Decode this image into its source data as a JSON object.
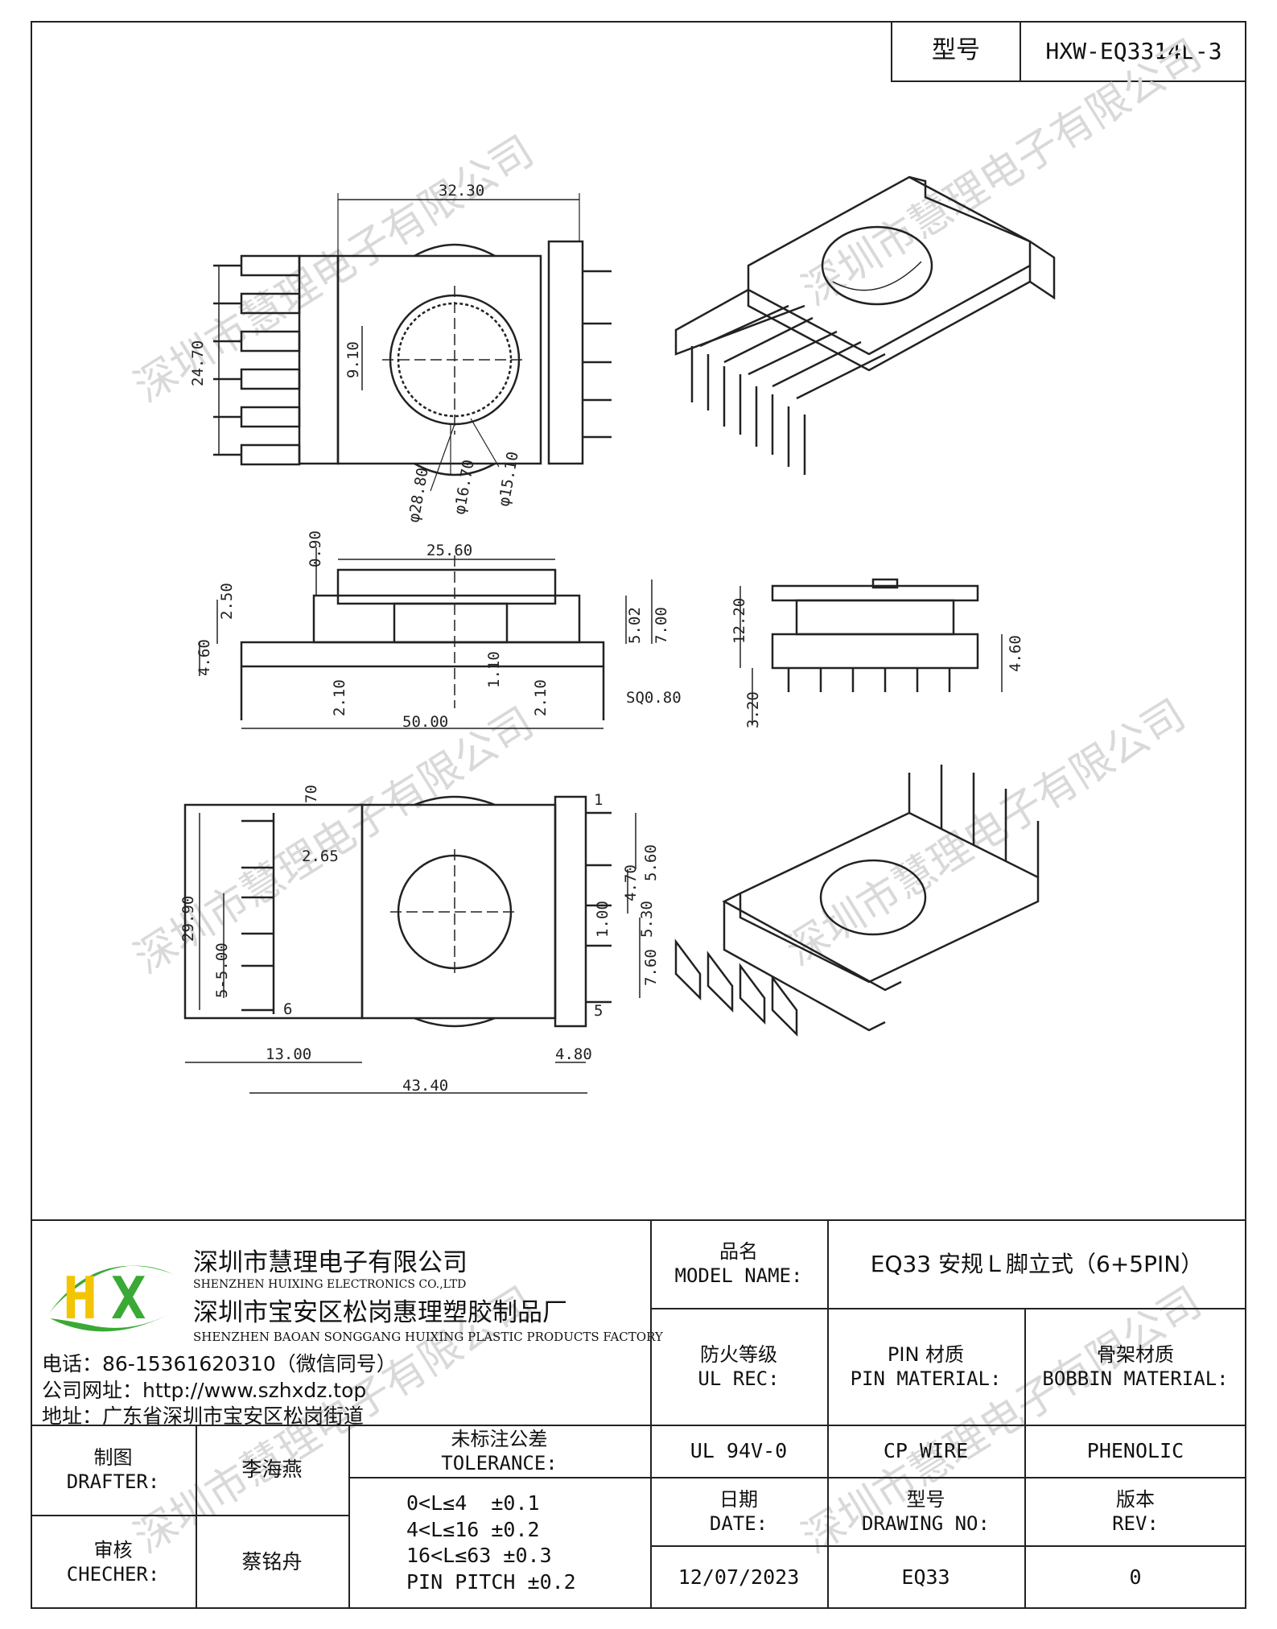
{
  "header": {
    "model_label": "型号",
    "model_value": "HXW-EQ3314L-3"
  },
  "drawing": {
    "top_view": {
      "width": "32.30",
      "height": "24.70",
      "inner": "9.10",
      "d1": "φ28.80",
      "d2": "φ16.70",
      "d3": "φ15.10"
    },
    "side_view": {
      "top_width": "25.60",
      "v090": "0.90",
      "v250": "2.50",
      "v460": "4.60",
      "v502": "5.02",
      "v700": "7.00",
      "v110": "1.10",
      "v210a": "2.10",
      "v210b": "2.10",
      "sq": "SQ0.80",
      "total": "50.00"
    },
    "end_view": {
      "v1220": "12.20",
      "v460": "4.60",
      "v320": "3.20"
    },
    "bottom_view": {
      "v70": "70",
      "v265": "2.65",
      "v2990": "29.90",
      "pitch": "5-5.00",
      "pin1": "1",
      "pin6": "6",
      "pin5": "5",
      "v560": "5.60",
      "v470": "4.70",
      "v530": "5.30",
      "v100": "1.00",
      "v760": "7.60",
      "v1300": "13.00",
      "v480": "4.80",
      "v4340": "43.40"
    }
  },
  "company": {
    "name_cn": "深圳市慧理电子有限公司",
    "name_en": "SHENZHEN HUIXING ELECTRONICS CO.,LTD",
    "factory_cn": "深圳市宝安区松岗惠理塑胶制品厂",
    "factory_en": "SHENZHEN BAOAN SONGGANG HUIXING PLASTIC PRODUCTS FACTORY",
    "phone": "电话：86-15361620310（微信同号）",
    "website": "公司网址：http://www.szhxdz.top",
    "address": "地址：广东省深圳市宝安区松岗街道",
    "logo_letters": "HX"
  },
  "title_block": {
    "model_name_label_cn": "品名",
    "model_name_label_en": "MODEL NAME:",
    "model_name_value": "EQ33 安规Ｌ脚立式（6+5PIN）",
    "ul_label_cn": "防火等级",
    "ul_label_en": "UL REC:",
    "pin_label_cn": "PIN 材质",
    "pin_label_en": "PIN MATERIAL:",
    "bobbin_label_cn": "骨架材质",
    "bobbin_label_en": "BOBBIN MATERIAL:",
    "ul_value": "UL 94V-0",
    "pin_value": "CP WIRE",
    "bobbin_value": "PHENOLIC",
    "drafter_label_cn": "制图",
    "drafter_label_en": "DRAFTER:",
    "drafter_value": "李海燕",
    "checker_label_cn": "审核",
    "checker_label_en": "CHECHER:",
    "checker_value": "蔡铭舟",
    "tolerance_label_cn": "未标注公差",
    "tolerance_label_en": "TOLERANCE:",
    "tolerance_lines": [
      "0<L≤4  ±0.1",
      "4<L≤16 ±0.2",
      "16<L≤63 ±0.3",
      "PIN PITCH ±0.2"
    ],
    "date_label_cn": "日期",
    "date_label_en": "DATE:",
    "drawing_no_label_cn": "型号",
    "drawing_no_label_en": "DRAWING NO:",
    "rev_label_cn": "版本",
    "rev_label_en": "REV:",
    "date_value": "12/07/2023",
    "drawing_no_value": "EQ33",
    "rev_value": "0"
  },
  "watermark": "深圳市慧理电子有限公司",
  "colors": {
    "logo_green": "#3aa935",
    "logo_yellow": "#f2c500",
    "line": "#222222"
  }
}
